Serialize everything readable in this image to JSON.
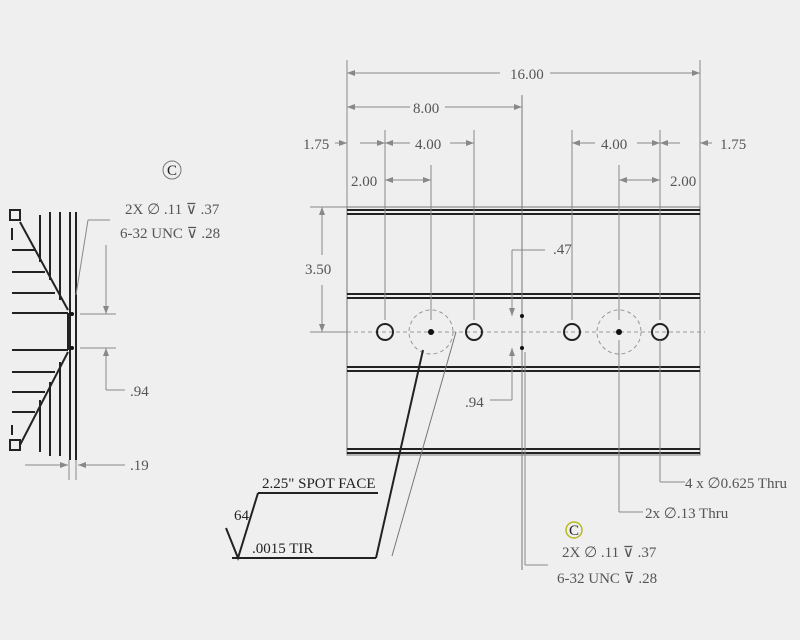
{
  "drawing": {
    "dimensions": {
      "overall_length": "16.00",
      "half_length": "8.00",
      "left_edge_offset": "1.75",
      "right_edge_offset": "1.75",
      "left_hole_spacing": "4.00",
      "right_hole_spacing": "4.00",
      "left_tap_offset": "2.00",
      "right_tap_offset": "2.00",
      "height_to_center": "3.50",
      "center_offset": ".47",
      "center_spacing": ".94",
      "side_spacing": ".94",
      "base_thickness": ".19"
    },
    "side_callout": {
      "marker": "C",
      "line1": "2X ∅ .11 ⊽ .37",
      "line2": "6-32 UNC   ⊽ .28"
    },
    "bottom_callout": {
      "marker": "C",
      "line1": "2X ∅ .11 ⊽ .37",
      "line2": "6-32 UNC   ⊽ .28"
    },
    "hole_note_large": "4 x ∅0.625 Thru",
    "hole_note_small": "2x ∅.13 Thru",
    "spot_face": "2.25\" SPOT FACE",
    "surface_finish": "64",
    "tir": ".0015 TIR",
    "marker_color": "#b8b820"
  }
}
